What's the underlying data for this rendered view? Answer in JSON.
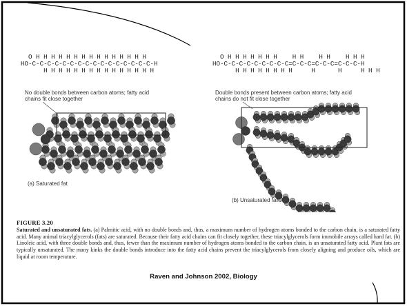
{
  "figure": {
    "left_formula": {
      "top_h": "  O H H H H H H H H H H H H H H H",
      "chain": "HO-C-C-C-C-C-C-C-C-C-C-C-C-C-C-C-C-H",
      "bottom_h": "      H H H H H H H H H H H H H H H",
      "note_line1": "No double bonds between carbon atoms; fatty acid",
      "note_line2": "chains fit close together"
    },
    "right_formula": {
      "top_h": "  O H H H H H H H    H H    H H    H H H",
      "chain": "HO-C-C-C-C-C-C-C-C-C=C-C-C=C-C-C=C-C-C-H",
      "bottom_h": "      H H H H H H H H     H      H     H H H",
      "note_line1": "Double bonds present between carbon atoms; fatty acid",
      "note_line2": "chains do not fit close together"
    },
    "panel_a_label": "(a) Saturated fat",
    "panel_b_label": "(b) Unsaturated fat"
  },
  "caption": {
    "figure_label": "FIGURE 3.20",
    "title": "Saturated and unsaturated fats.",
    "body": " (a) Palmitic acid, with no double bonds and, thus, a maximum number of hydrogen atoms bonded to the carbon chain, is a saturated fatty acid. Many animal triacylglycerols (fats) are saturated. Because their fatty acid chains can fit closely together, these triacylglycerols form immobile arrays called hard fat. (b) Linoleic acid, with three double bonds and, thus, fewer than the maximum number of hydrogen atoms bonded to the carbon chain, is an unsaturated fatty acid. Plant fats are typically unsaturated. The many kinks the double bonds introduce into the fatty acid chains prevent the triacylglycerols from closely aligning and produce oils, which are liquid at room temperature."
  },
  "citation": "Raven and Johnson 2002, Biology",
  "colors": {
    "carbon": "#3a3a3a",
    "hydrogen": "#a8a8a8",
    "oxygen": "#7a7a7a",
    "frame": "#000000"
  }
}
